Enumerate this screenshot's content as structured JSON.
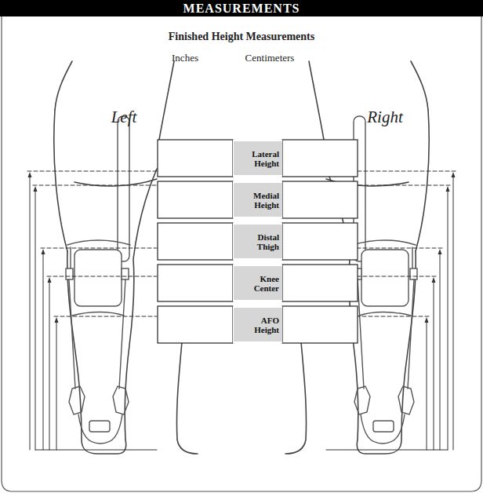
{
  "diagram": {
    "title": "Finished Height Measurements",
    "nodes": [
      {
        "text": [
          "MEASUREMENTS"
        ]
      },
      {
        "text": [
          "Lateral Height"
        ]
      },
      {
        "text": [
          "Medial Height"
        ]
      },
      {
        "text": [
          "Distal Thigh"
        ]
      },
      {
        "text": [
          "Knee Center"
        ]
      },
      {
        "text": [
          "AFO Height"
        ]
      }
    ],
    "labels": [
      "Inches",
      "Centimeters",
      "Left",
      "Right"
    ]
  }
}
